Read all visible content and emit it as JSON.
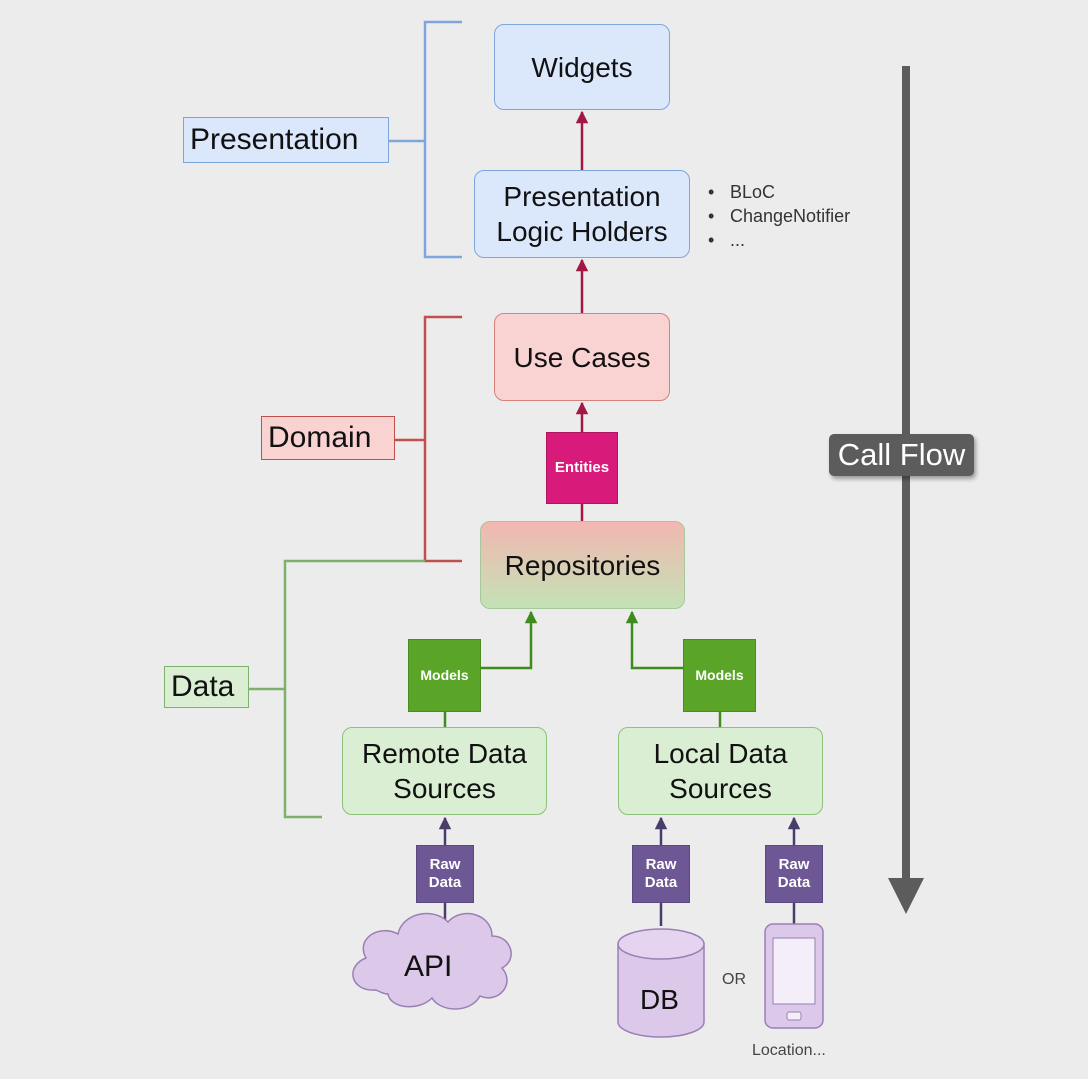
{
  "layers": {
    "presentation": "Presentation",
    "domain": "Domain",
    "data": "Data"
  },
  "nodes": {
    "widgets": "Widgets",
    "plh_line1": "Presentation",
    "plh_line2": "Logic Holders",
    "use_cases": "Use Cases",
    "repositories": "Repositories",
    "remote_line1": "Remote Data",
    "remote_line2": "Sources",
    "local_line1": "Local Data",
    "local_line2": "Sources",
    "api": "API",
    "db": "DB",
    "or": "OR",
    "location": "Location..."
  },
  "tags": {
    "entities": "Entities",
    "models": "Models",
    "raw_line1": "Raw",
    "raw_line2": "Data"
  },
  "logic_holder_examples": [
    "BLoC",
    "ChangeNotifier",
    "..."
  ],
  "call_flow": "Call Flow",
  "colors": {
    "presentation": "#7ea6dc",
    "domain": "#c0504d",
    "data": "#7fb06c",
    "arrow_presentation": "#a31645",
    "arrow_data": "#3f8b1e",
    "arrow_raw": "#4a3d6b",
    "entities": "#d81b7a",
    "models": "#5aa428",
    "raw_data": "#6d5895",
    "storage_fill": "#dcc9ea",
    "call_flow": "#5c5c5c"
  },
  "icons": {
    "api": "cloud-icon",
    "db": "database-cylinder-icon",
    "location": "smartphone-icon",
    "call_flow": "arrow-down-icon"
  }
}
